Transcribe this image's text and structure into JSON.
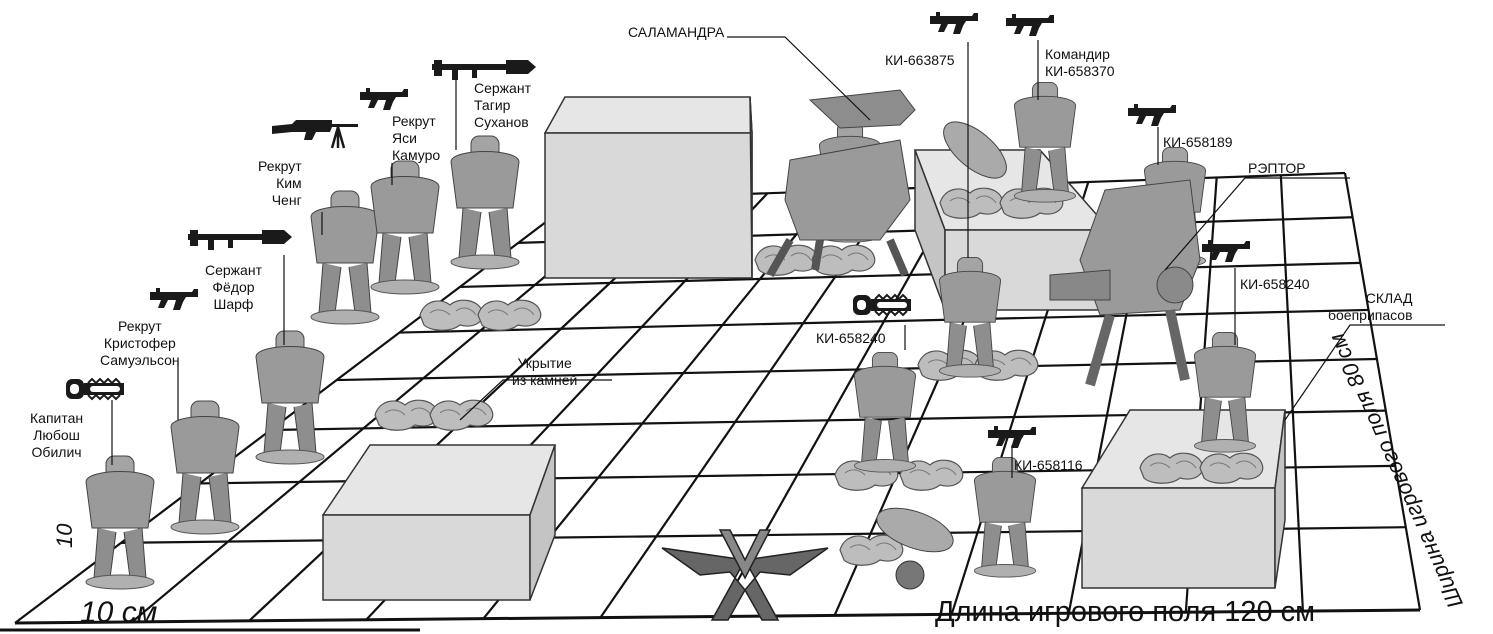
{
  "board": {
    "length_label": "Длина игрового поля 120 см",
    "width_label": "Ширина игрового поля 80 см",
    "cell_label": "10 см",
    "cell_side_label": "10"
  },
  "terrain": {
    "cover_label": [
      "Укрытие",
      "из камней"
    ],
    "ammo_depot_label": [
      "СКЛАД",
      "боеприпасов"
    ]
  },
  "vehicles": {
    "salamander": "САЛАМАНДРА",
    "raptor": "РЭПТОР"
  },
  "squad_left": [
    {
      "lines": [
        "Капитан",
        "Любош",
        "Обилич"
      ],
      "weapon": "chainsaw-icon"
    },
    {
      "lines": [
        "Рекрут",
        "Кристофер",
        "Самуэльсон"
      ],
      "weapon": "smg-icon"
    },
    {
      "lines": [
        "Сержант",
        "Фёдор",
        "Шарф"
      ],
      "weapon": "rocket-launcher-icon"
    },
    {
      "lines": [
        "Рекрут",
        "Ким",
        "Ченг"
      ],
      "weapon": "machine-gun-icon"
    },
    {
      "lines": [
        "Рекрут",
        "Яси",
        "Камуро"
      ],
      "weapon": "smg-icon"
    },
    {
      "lines": [
        "Сержант",
        "Тагир",
        "Суханов"
      ],
      "weapon": "rocket-launcher-icon"
    }
  ],
  "squad_right": [
    {
      "lines": [
        "КИ-663875"
      ],
      "weapon": "smg-icon"
    },
    {
      "lines": [
        "Командир",
        "КИ-658370"
      ],
      "weapon": "smg-icon"
    },
    {
      "lines": [
        "КИ-658189"
      ],
      "weapon": "smg-icon"
    },
    {
      "lines": [
        "КИ-658240"
      ],
      "weapon": "smg-icon"
    },
    {
      "lines": [
        "КИ-658240"
      ],
      "weapon": "chainsaw-icon"
    },
    {
      "lines": [
        "КИ-658116"
      ],
      "weapon": "smg-icon"
    }
  ],
  "colors": {
    "grid": "#111111",
    "block_front": "#d9d9d9",
    "block_top": "#e6e6e6",
    "block_side": "#c4c4c4",
    "figure": "#9a9a9a",
    "icon": "#1a1a1a"
  }
}
